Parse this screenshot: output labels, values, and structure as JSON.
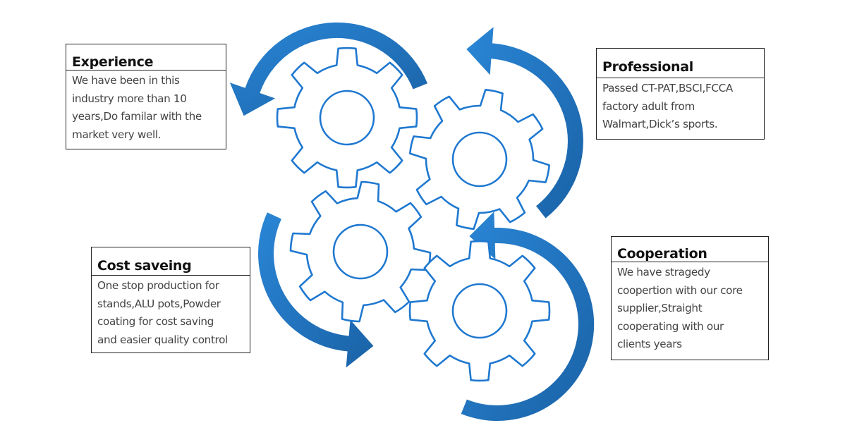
{
  "diagram": {
    "title": "Company strengths gear cycle",
    "colors": {
      "arrow": "#1f78c4",
      "arrow_dark": "#1a64a8",
      "gear_stroke": "#1f78d0",
      "box_border": "#222222",
      "title_text": "#111111",
      "body_text": "#444444"
    },
    "boxes": [
      {
        "id": "experience",
        "title": "Experience",
        "lines": [
          "We have been in this",
          "industry more than 10",
          "years,Do familar with the",
          "market very well."
        ]
      },
      {
        "id": "professional",
        "title": "Professional",
        "lines": [
          "Passed CT-PAT,BSCI,FCCA",
          "factory adult from",
          "Walmart,Dick’s sports."
        ]
      },
      {
        "id": "cost",
        "title": "Cost saveing",
        "lines": [
          "One stop production for",
          "stands,ALU pots,Powder",
          "coating for cost saving",
          "and easier quality control"
        ]
      },
      {
        "id": "cooperation",
        "title": "Cooperation",
        "lines": [
          "We have stragedy",
          "coopertion with our core",
          "supplier,Straight",
          "cooperating with our",
          "clients years"
        ]
      }
    ],
    "gears": [
      {
        "name": "gear-top-left",
        "teeth": 8
      },
      {
        "name": "gear-top-right",
        "teeth": 8
      },
      {
        "name": "gear-middle-left",
        "teeth": 8
      },
      {
        "name": "gear-bottom-right",
        "teeth": 8
      }
    ],
    "arrows": [
      {
        "name": "arrow-top-counterclockwise",
        "direction": "counterclockwise"
      },
      {
        "name": "arrow-right-counterclockwise",
        "direction": "counterclockwise"
      },
      {
        "name": "arrow-left-clockwise",
        "direction": "counterclockwise"
      },
      {
        "name": "arrow-bottom-right-up",
        "direction": "counterclockwise"
      }
    ]
  }
}
